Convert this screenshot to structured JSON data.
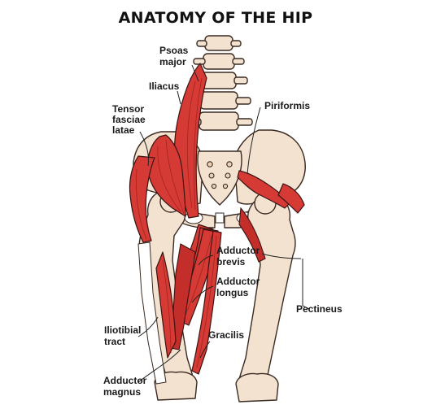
{
  "title": "ANATOMY OF THE HIP",
  "labels": {
    "psoas_major": [
      "Psoas",
      "major"
    ],
    "iliacus": [
      "Iliacus"
    ],
    "tensor_fasciae_latae": [
      "Tensor",
      "fasciae",
      "latae"
    ],
    "piriformis": [
      "Piriformis"
    ],
    "adductor_brevis": [
      "Adductor",
      "brevis"
    ],
    "adductor_longus": [
      "Adductor",
      "longus"
    ],
    "pectineus": [
      "Pectineus"
    ],
    "gracilis": [
      "Gracilis"
    ],
    "iliotibial_tract": [
      "Iliotibial",
      "tract"
    ],
    "adductor_magnus": [
      "Adductor",
      "magnus"
    ]
  },
  "colors": {
    "muscle": "#d63a35",
    "bone": "#f3e2cf",
    "outline": "#3a2a22"
  }
}
